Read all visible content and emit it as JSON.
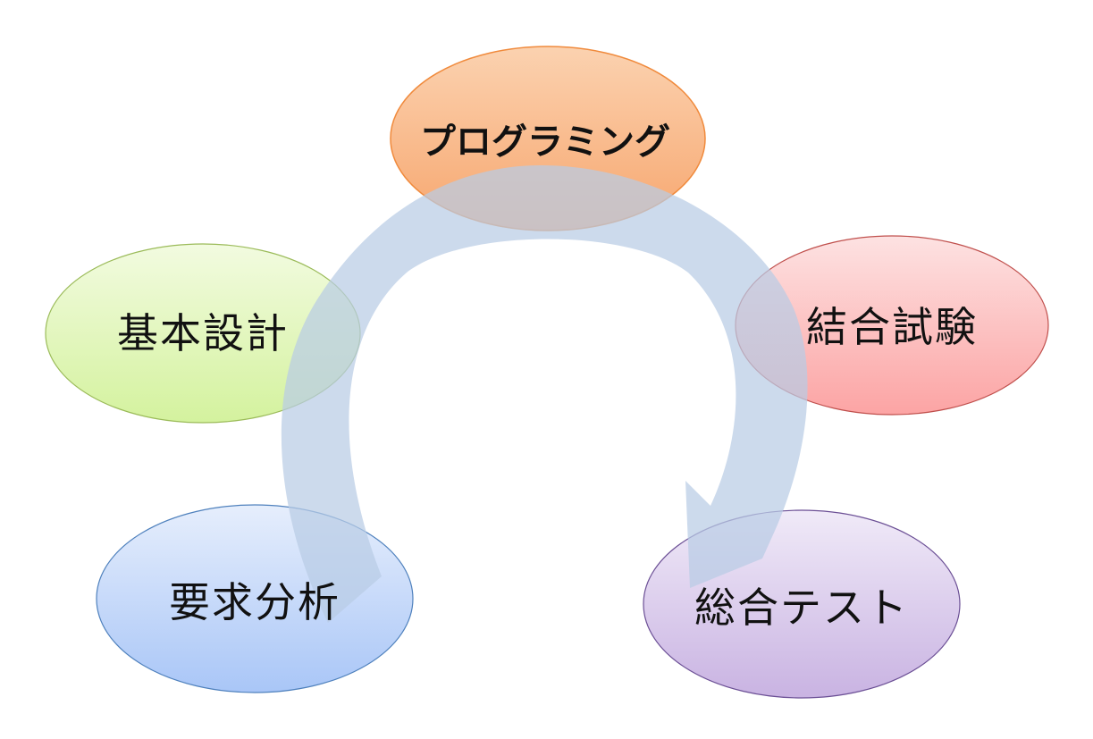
{
  "stages": [
    {
      "id": "programming",
      "label": "プログラミング",
      "fill_top": "#fbd2b0",
      "fill_bottom": "#f7a66e",
      "stroke": "#f08a3c"
    },
    {
      "id": "basic-design",
      "label": "基本設計",
      "fill_top": "#f2fbe0",
      "fill_bottom": "#d4f29e",
      "stroke": "#9bbb59"
    },
    {
      "id": "integration-test",
      "label": "結合試験",
      "fill_top": "#fde2e2",
      "fill_bottom": "#fca4a4",
      "stroke": "#c0504d"
    },
    {
      "id": "requirements-analysis",
      "label": "要求分析",
      "fill_top": "#e6eefc",
      "fill_bottom": "#a9c6f7",
      "stroke": "#4f81bd"
    },
    {
      "id": "system-test",
      "label": "総合テスト",
      "fill_top": "#f0eaf8",
      "fill_bottom": "#c9b3e2",
      "stroke": "#6b4f95"
    }
  ],
  "arrow_color": "#b8cce4"
}
